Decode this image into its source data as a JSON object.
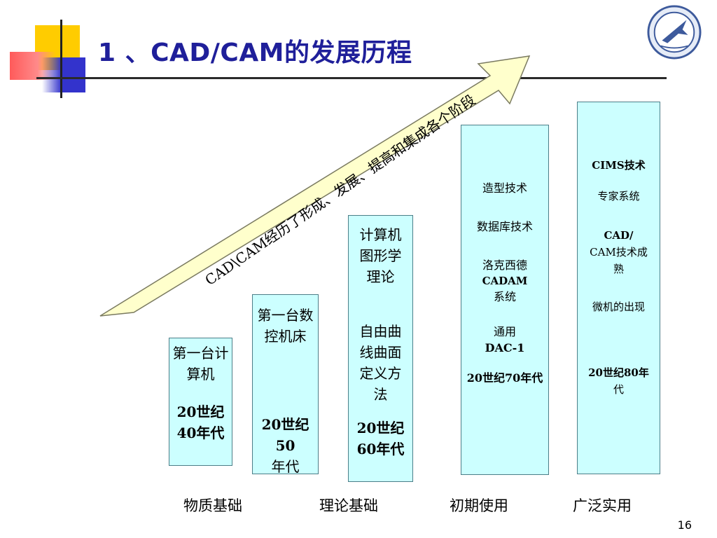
{
  "slide": {
    "title": "1 、CAD/CAM的发展历程",
    "arrow_text": "CAD\\CAM经历了形成、发展、提高和集成各个阶段",
    "page_number": "16",
    "stages": [
      "物质基础",
      "理论基础",
      "初期使用",
      "广泛实用"
    ],
    "boxes": [
      {
        "lines": [
          "第一台计",
          "算机",
          "",
          "20世纪",
          "40年代"
        ]
      },
      {
        "lines": [
          "第一台数",
          "控机床",
          "",
          "",
          "",
          "20世纪50",
          "年代"
        ]
      },
      {
        "lines": [
          "计算机",
          "图形学",
          "理论",
          "",
          "自由曲",
          "线曲面",
          "定义方",
          "法",
          "",
          "20世纪",
          "60年代"
        ]
      },
      {
        "lines": [
          "造型技术",
          "",
          "数据库技术",
          "",
          "洛克西德",
          "CADAM",
          "系统",
          "",
          "通用",
          "DAC-1",
          "",
          "20世纪70年代"
        ]
      },
      {
        "lines": [
          "CIMS技术",
          "",
          "专家系统",
          "",
          "CAD/",
          "CAM技术成",
          "熟",
          "",
          "微机的出现",
          "",
          "",
          "20世纪80年",
          "代"
        ]
      }
    ]
  },
  "colors": {
    "title": "#1f1f9a",
    "box_fill": "#ccffff",
    "arrow_fill": "#ffffcc",
    "deco_yellow": "#ffcc00",
    "deco_red": "#ff5a5a",
    "deco_blue": "#3333cc"
  },
  "icons": [
    "university-logo-icon",
    "corner-decoration-icon"
  ]
}
